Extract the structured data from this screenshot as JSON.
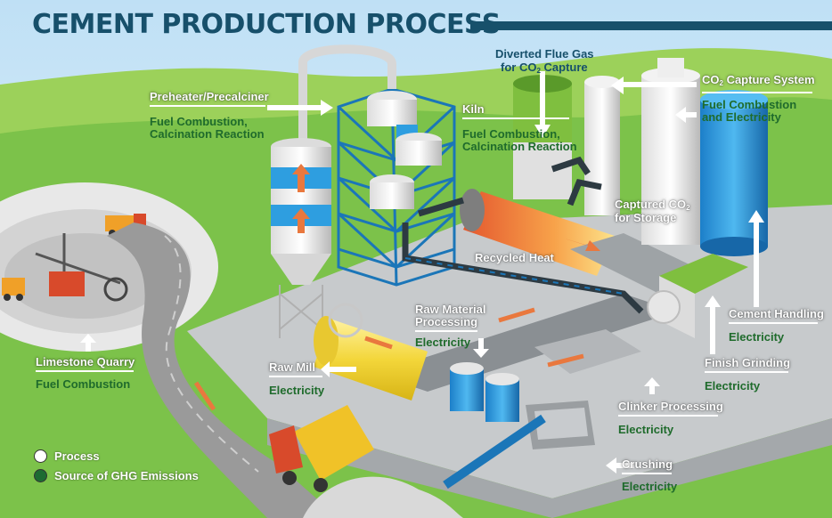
{
  "title": "CEMENT PRODUCTION PROCESS",
  "colors": {
    "title": "#17506b",
    "ghg_label": "#1f6b2c",
    "grass": "#7cc24a",
    "sky": "#cfe7f6",
    "plant_floor": "#c9ccce",
    "kiln_hot": "#f28a3c",
    "raw_mill": "#f3d63a",
    "tower_frame": "#1b76b8",
    "preheater_blue": "#2e9ee0",
    "capture_green": "#7fbf3f"
  },
  "labels": {
    "preheater": {
      "name": "Preheater/Precalciner",
      "sub1": "Fuel Combustion,",
      "sub2": "Calcination Reaction"
    },
    "kiln": {
      "name": "Kiln",
      "sub1": "Fuel Combustion,",
      "sub2": "Calcination Reaction"
    },
    "flue_gas": {
      "line1": "Diverted Flue Gas",
      "line2_pre": "for CO",
      "line2_sub": "2",
      "line2_post": " Capture"
    },
    "co2_capture": {
      "pre": "CO",
      "sub": "2",
      "post": " Capture System",
      "sub1": "Fuel Combustion",
      "sub2": "and Electricity"
    },
    "captured": {
      "pre": "Captured CO",
      "sub": "2",
      "line2": "for Storage"
    },
    "recycled_heat": "Recycled Heat",
    "raw_material": {
      "line1": "Raw Material",
      "line2": "Processing",
      "sub": "Electricity"
    },
    "raw_mill": {
      "name": "Raw Mill",
      "sub": "Electricity"
    },
    "limestone": {
      "name": "Limestone Quarry",
      "sub": "Fuel Combustion"
    },
    "cement_handling": {
      "name": "Cement Handling",
      "sub": "Electricity"
    },
    "finish_grinding": {
      "name": "Finish Grinding",
      "sub": "Electricity"
    },
    "clinker": {
      "name": "Clinker Processing",
      "sub": "Electricity"
    },
    "crushing": {
      "name": "Crushing",
      "sub": "Electricity"
    }
  },
  "legend": {
    "process": "Process",
    "ghg": "Source of GHG Emissions"
  }
}
